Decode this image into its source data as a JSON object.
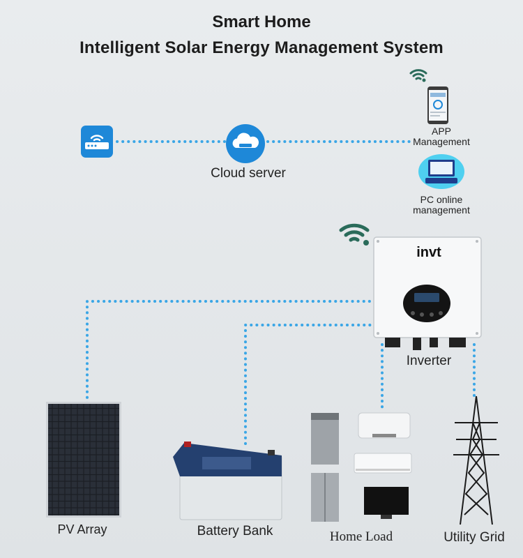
{
  "title": {
    "line1": "Smart Home",
    "line2": "Intelligent Solar Energy Management System"
  },
  "nodes": {
    "cloud": {
      "label": "Cloud server"
    },
    "app": {
      "label_line1": "APP",
      "label_line2": "Management"
    },
    "pc": {
      "label_line1": "PC online",
      "label_line2": "management"
    },
    "inverter": {
      "label": "Inverter",
      "brand": "invt"
    },
    "pv": {
      "label": "PV Array"
    },
    "battery": {
      "label": "Battery Bank"
    },
    "home": {
      "label": "Home Load"
    },
    "grid": {
      "label": "Utility Grid"
    }
  },
  "icons": {
    "router": "router-icon",
    "cloud": "cloud-server-icon",
    "wifi": "wifi-icon",
    "phone": "phone-app-icon",
    "pc": "pc-monitor-icon"
  },
  "colors": {
    "link": "#3aa6e6",
    "icon_blue": "#1e88d8",
    "wifi": "#2a6b5a"
  }
}
